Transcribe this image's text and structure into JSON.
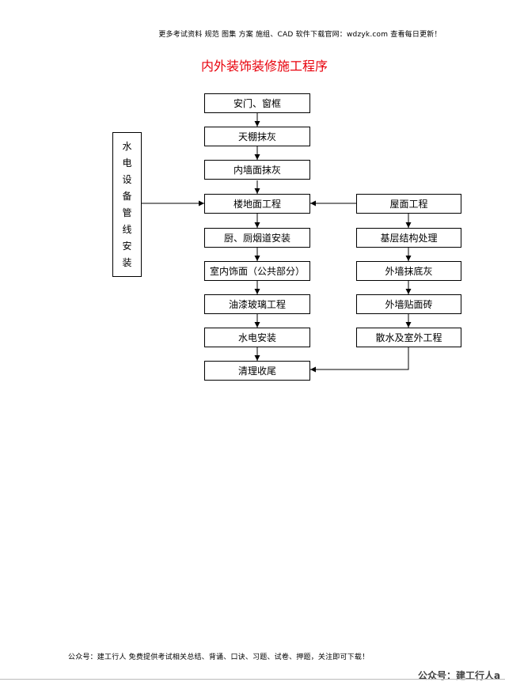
{
  "header": {
    "note": "更多考试资料 规范 图集 方案 施组、CAD 软件下载官网：wdzyk.com 查看每日更新！"
  },
  "title": "内外装饰装修施工程序",
  "flow": {
    "main": [
      "安门、窗框",
      "天棚抹灰",
      "内墙面抹灰",
      "楼地面工程",
      "厨、厕烟道安装",
      "室内饰面（公共部分）",
      "油漆玻璃工程",
      "水电安装",
      "清理收尾"
    ],
    "right": [
      "屋面工程",
      "基层结构处理",
      "外墙抹底灰",
      "外墙贴面砖",
      "散水及室外工程"
    ],
    "side": [
      "水",
      "电",
      "设",
      "备",
      "管",
      "线",
      "安",
      "装"
    ]
  },
  "footer": {
    "note": "公众号：建工行人 免费提供考试相关总结、背诵、口诀、习题、试卷、押题，关注即可下载！",
    "watermark": "公众号：建工行人a"
  }
}
